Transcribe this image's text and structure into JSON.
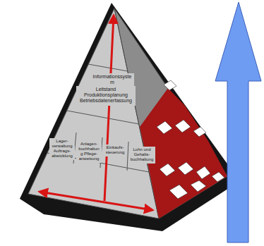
{
  "diagram": {
    "nodes": [
      {
        "text": [
          "Informationssystem"
        ]
      },
      {
        "text": [
          "Leitstand Produktionsplanung Betriebsdatenerfassung"
        ]
      },
      {
        "text": [
          "Lager-verwaltung Auftrags-abwicklung"
        ]
      },
      {
        "text": [
          "Anlagen-buchhaltung Pflege-anweisung"
        ]
      },
      {
        "text": [
          "Einkaufs-steuerung"
        ]
      },
      {
        "text": [
          "Lohn und Gehalts-buchhaltung"
        ]
      }
    ]
  }
}
